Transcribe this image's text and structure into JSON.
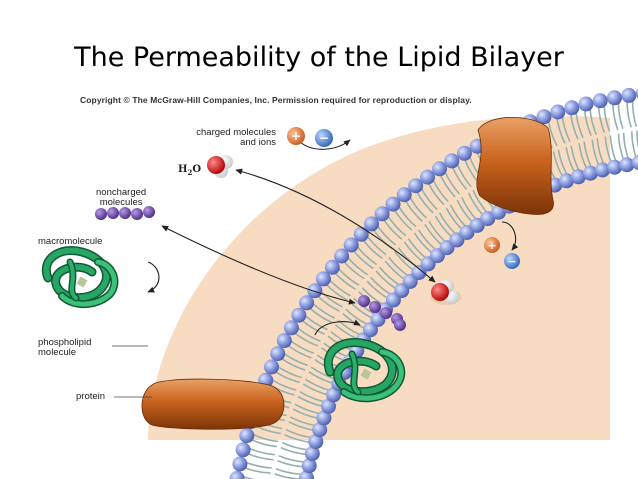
{
  "slide": {
    "title": "The Permeability of the Lipid Bilayer"
  },
  "figure": {
    "copyright": "Copyright © The McGraw-Hill Companies, Inc. Permission required for reproduction or display.",
    "labels": {
      "charged_line1": "charged molecules",
      "charged_line2": "and ions",
      "water": "H",
      "water_sub": "2",
      "water_end": "O",
      "noncharged_line1": "noncharged",
      "noncharged_line2": "molecules",
      "macromolecule": "macromolecule",
      "phospholipid_line1": "phospholipid",
      "phospholipid_line2": "molecule",
      "protein": "protein"
    },
    "ion_signs": {
      "plus": "+",
      "minus": "−"
    },
    "colors": {
      "cytoplasm": "#f6dcc3",
      "head": "#8c9ee0",
      "tail": "#9fb7b5",
      "protein": "#c9631e",
      "macromolecule": "#1f8a52",
      "noncharged": "#6a42a8",
      "plus_ion": "#e27a3f",
      "minus_ion": "#4a86d6",
      "water_red": "#e02020"
    }
  }
}
